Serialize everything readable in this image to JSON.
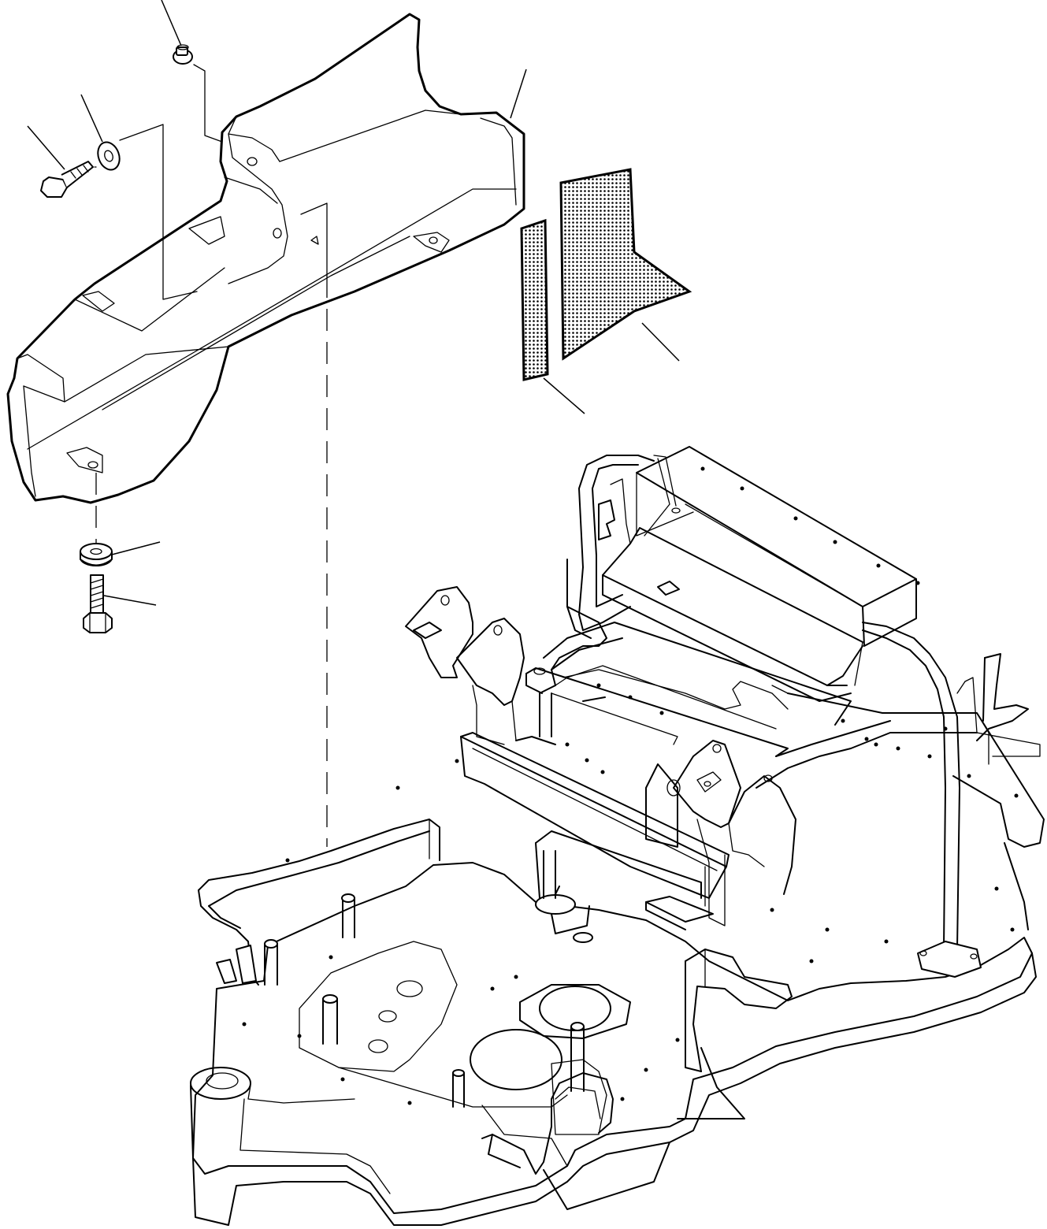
{
  "diagram": {
    "kind": "exploded parts illustration",
    "labels": [],
    "parts": [
      {
        "id": "cover",
        "icon": "cover-panel-icon"
      },
      {
        "id": "clip-nut",
        "icon": "clip-nut-icon"
      },
      {
        "id": "bolt-upper",
        "icon": "hex-bolt-icon"
      },
      {
        "id": "washer-upper",
        "icon": "washer-icon"
      },
      {
        "id": "collar",
        "icon": "collar-icon"
      },
      {
        "id": "bolt-lower",
        "icon": "hex-bolt-icon"
      },
      {
        "id": "pad-large",
        "icon": "insulation-pad-icon"
      },
      {
        "id": "pad-small",
        "icon": "insulation-pad-icon"
      },
      {
        "id": "frame",
        "icon": "revolving-frame-icon"
      }
    ],
    "colors": {
      "line": "#000000",
      "background": "#ffffff",
      "pad_dots": "#000000"
    }
  }
}
